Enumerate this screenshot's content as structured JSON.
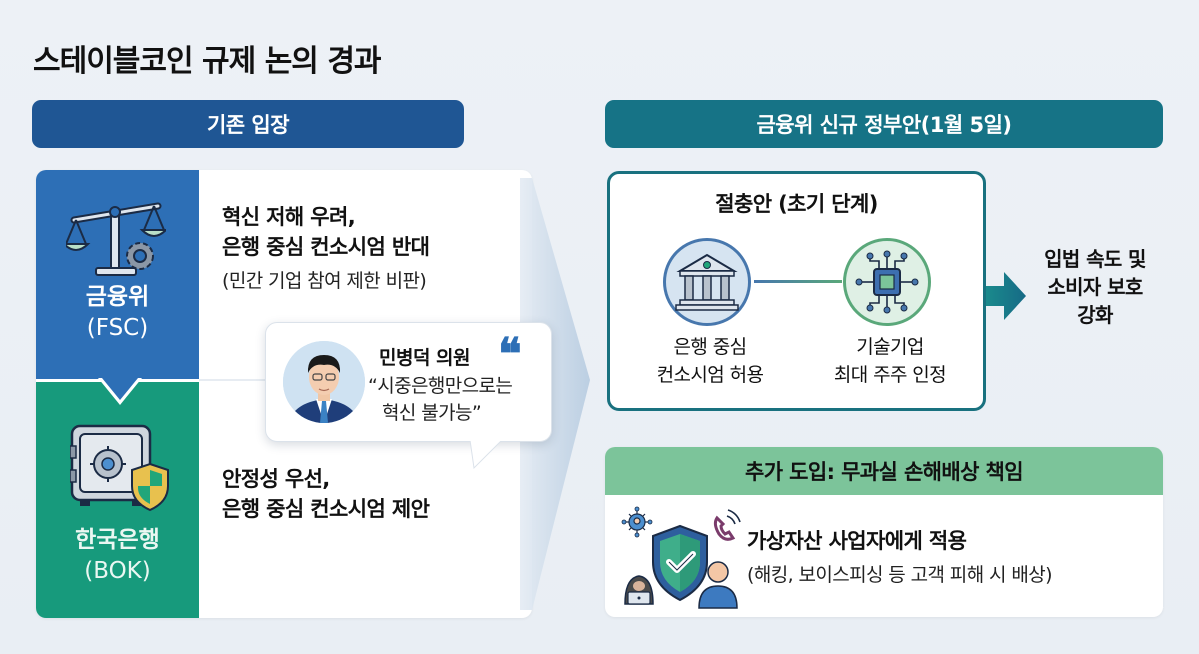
{
  "title": "스테이블코인 규제 논의 경과",
  "sections": {
    "left_header": "기존 입장",
    "right_header": "금융위 신규 정부안(1월 5일)"
  },
  "existing_positions": [
    {
      "org_ko": "금융위",
      "org_en": "(FSC)",
      "icon": "scale-gear-icon",
      "statement_lines": [
        "혁신 저해 우려,",
        "은행 중심 컨소시엄 반대"
      ],
      "note": "(민간 기업 참여 제한 비판)"
    },
    {
      "org_ko": "한국은행",
      "org_en": "(BOK)",
      "icon": "safe-shield-icon",
      "statement_lines": [
        "안정성 우선,",
        "은행 중심 컨소시엄 제안"
      ]
    }
  ],
  "quote": {
    "speaker": "민병덕 의원",
    "mark": "❝",
    "lines": [
      "“시중은행만으로는",
      "혁신 불가능”"
    ]
  },
  "compromise": {
    "title": "절충안 (초기 단계)",
    "nodes": [
      {
        "icon": "bank-building-icon",
        "lines": [
          "은행 중심",
          "컨소시엄 허용"
        ]
      },
      {
        "icon": "microchip-icon",
        "lines": [
          "기술기업",
          "최대 주주 인정"
        ]
      }
    ]
  },
  "outcome": {
    "lines": [
      "입법 속도 및",
      "소비자 보호",
      "강화"
    ]
  },
  "liability": {
    "header": "추가 도입: 무과실 손해배상 책임",
    "main": "가상자산 사업자에게 적용",
    "detail": "(해킹, 보이스피싱 등 고객 피해 시 배상)"
  },
  "colors": {
    "fsc_blue": "#2d6fb6",
    "bok_green": "#179a7c",
    "left_header": "#1f5694",
    "right_header": "#167386",
    "liability_header": "#7cc49a"
  }
}
